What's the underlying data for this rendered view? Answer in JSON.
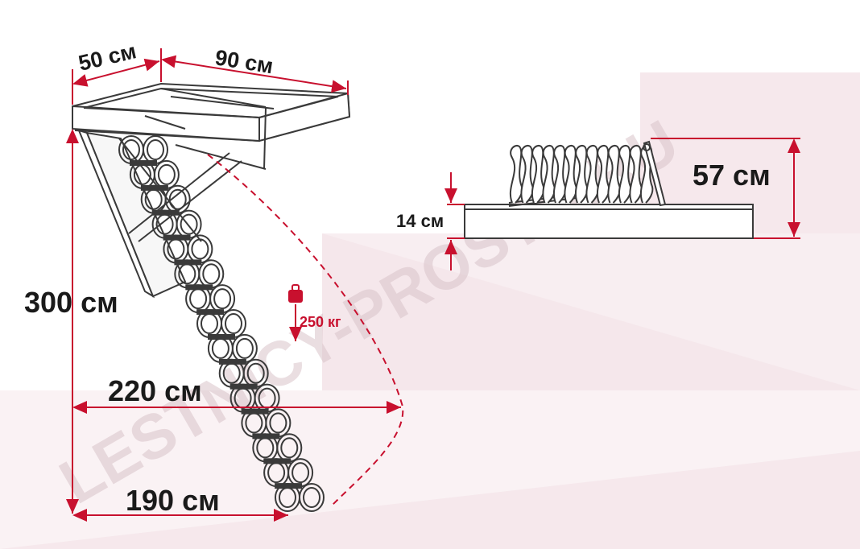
{
  "dimensions": {
    "hatch_width": "50 см",
    "hatch_length": "90 см",
    "ceiling_height": "300 см",
    "reach": "220 см",
    "base": "190 см",
    "frame_depth": "14 см",
    "folded_height": "57 см"
  },
  "load": {
    "label": "250 кг"
  },
  "watermark": "LESTNICY-PROSTO.RU",
  "colors": {
    "dimension_line": "#c8102e",
    "outline": "#3a3a3a",
    "background_band": "#f4e4e8",
    "watermark": "#d9c4ca"
  },
  "icons": [
    "weight-icon"
  ]
}
